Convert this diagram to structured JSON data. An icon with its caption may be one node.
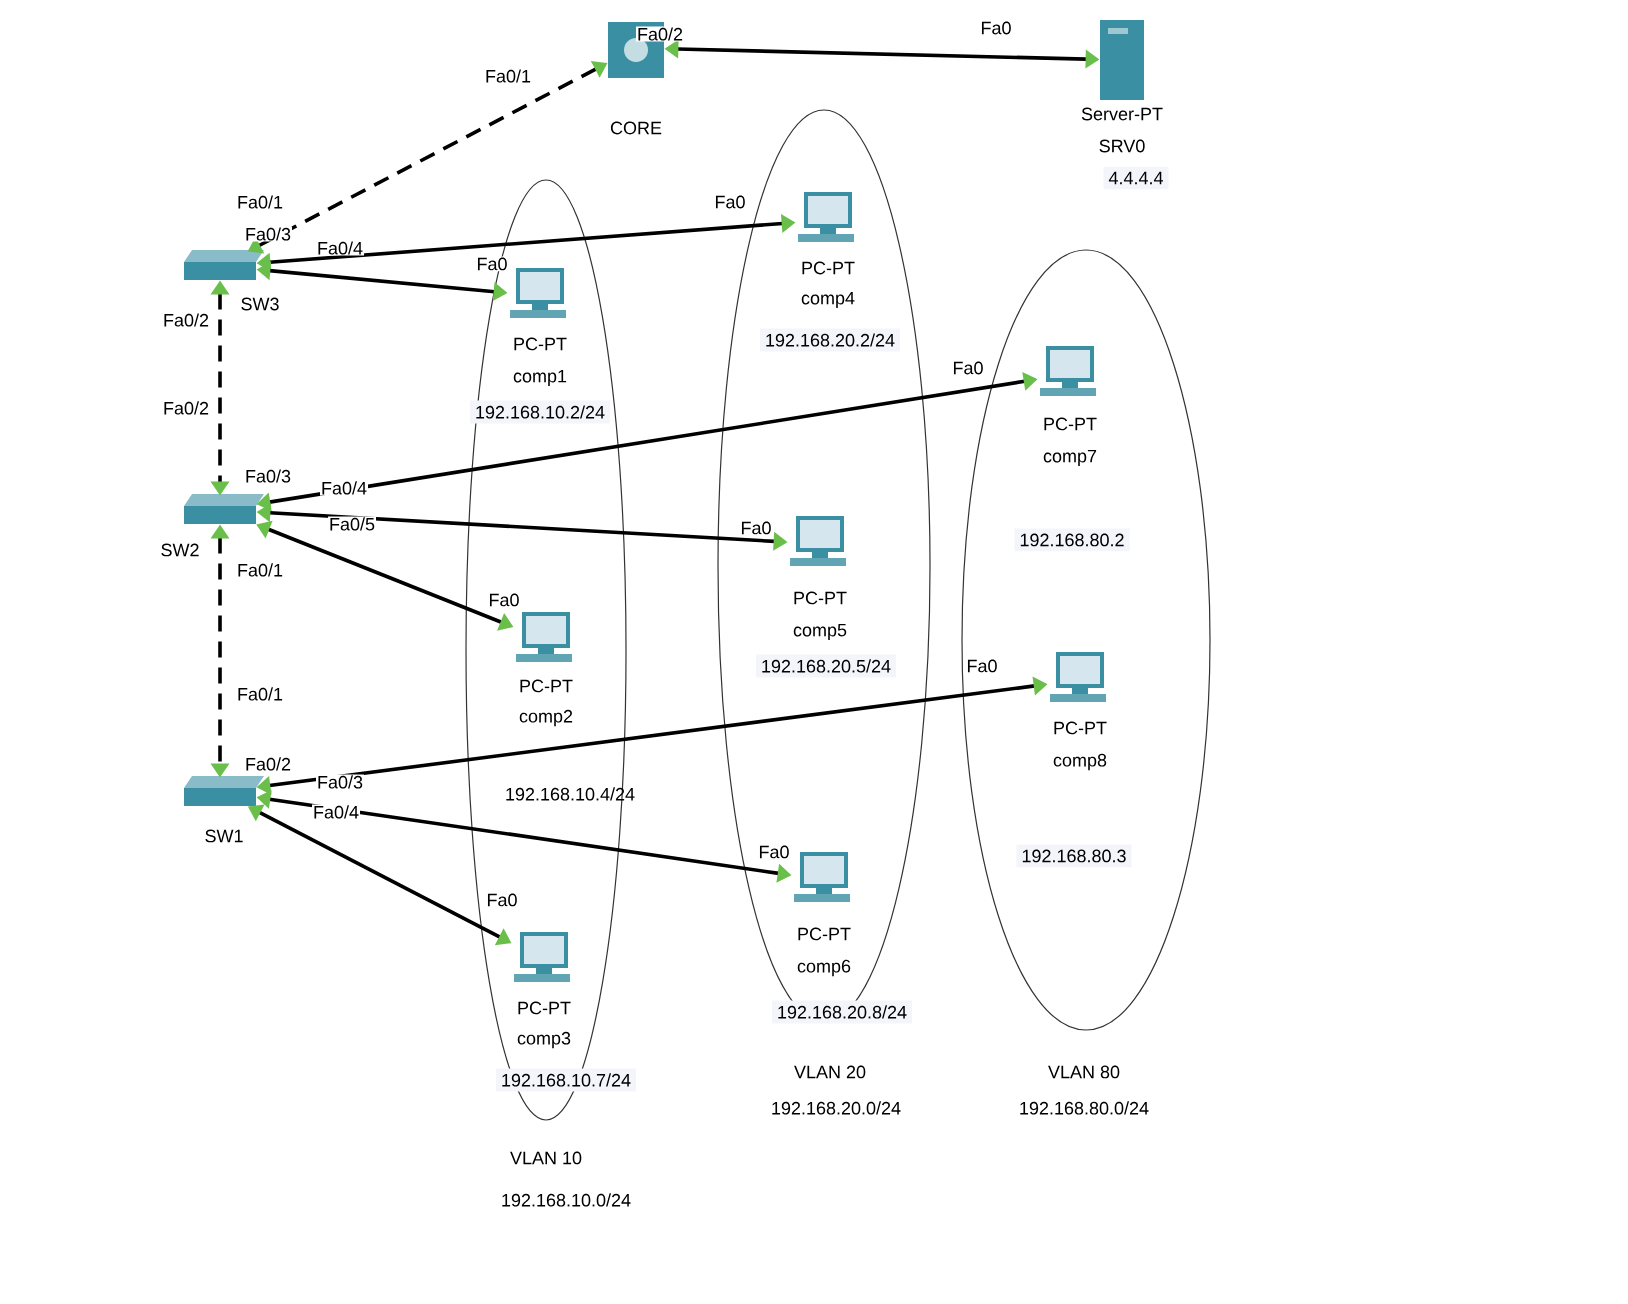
{
  "diagram": {
    "nodes": [
      {
        "text": [
          "CORE"
        ]
      },
      {
        "text": [
          "Server-PT",
          "SRV0",
          "4.4.4.4"
        ]
      },
      {
        "text": [
          "SW3"
        ]
      },
      {
        "text": [
          "SW2"
        ]
      },
      {
        "text": [
          "SW1"
        ]
      },
      {
        "text": [
          "VLAN 10",
          "192.168.10.0/24"
        ]
      },
      {
        "text": [
          "VLAN 20",
          "192.168.20.0/24"
        ]
      },
      {
        "text": [
          "VLAN 80",
          "192.168.80.0/24"
        ]
      },
      {
        "text": [
          "PC-PT",
          "comp1",
          "192.168.10.2/24"
        ],
        "in": 5
      },
      {
        "text": [
          "PC-PT",
          "comp2"
        ],
        "in": 5
      },
      {
        "text": [
          "PC-PT",
          "comp3",
          "192.168.10.7/24"
        ],
        "in": 5
      },
      {
        "text": [
          "PC-PT",
          "comp4",
          "192.168.20.2/24"
        ],
        "in": 6
      },
      {
        "text": [
          "PC-PT",
          "comp5",
          "192.168.20.5/24"
        ],
        "in": 6
      },
      {
        "text": [
          "PC-PT",
          "comp6",
          "192.168.20.8/24"
        ],
        "in": 6
      },
      {
        "text": [
          "PC-PT",
          "comp7",
          "192.168.80.2"
        ],
        "in": 7
      },
      {
        "text": [
          "PC-PT",
          "comp8",
          "192.168.80.3"
        ],
        "in": 7
      }
    ],
    "edges": [
      {
        "from": 2,
        "to": 0,
        "arrow": "both",
        "style": "dashed"
      },
      {
        "from": 0,
        "to": 1,
        "arrow": "both"
      },
      {
        "from": 2,
        "to": 11,
        "arrow": "both"
      },
      {
        "from": 2,
        "to": 8,
        "arrow": "both"
      },
      {
        "from": 2,
        "to": 3,
        "arrow": "both",
        "style": "dashed"
      },
      {
        "from": 3,
        "to": 14,
        "arrow": "both"
      },
      {
        "from": 3,
        "to": 12,
        "arrow": "both"
      },
      {
        "from": 3,
        "to": 9,
        "arrow": "both"
      },
      {
        "from": 3,
        "to": 4,
        "arrow": "both",
        "style": "dashed"
      },
      {
        "from": 4,
        "to": 15,
        "arrow": "both"
      },
      {
        "from": 4,
        "to": 13,
        "arrow": "both"
      },
      {
        "from": 4,
        "to": 10,
        "arrow": "both"
      }
    ],
    "labels": [
      "Fa0/1",
      "Fa0/1",
      "Fa0/2",
      "Fa0",
      "Fa0/4",
      "Fa0",
      "Fa0/3",
      "Fa0",
      "Fa0/2",
      "Fa0/2",
      "Fa0/4",
      "Fa0",
      "Fa0/5",
      "Fa0",
      "Fa0/3",
      "Fa0",
      "Fa0/1",
      "Fa0/1",
      "Fa0/3",
      "Fa0",
      "Fa0/4",
      "Fa0",
      "Fa0/2",
      "Fa0",
      "192.168.10.4/24"
    ]
  }
}
